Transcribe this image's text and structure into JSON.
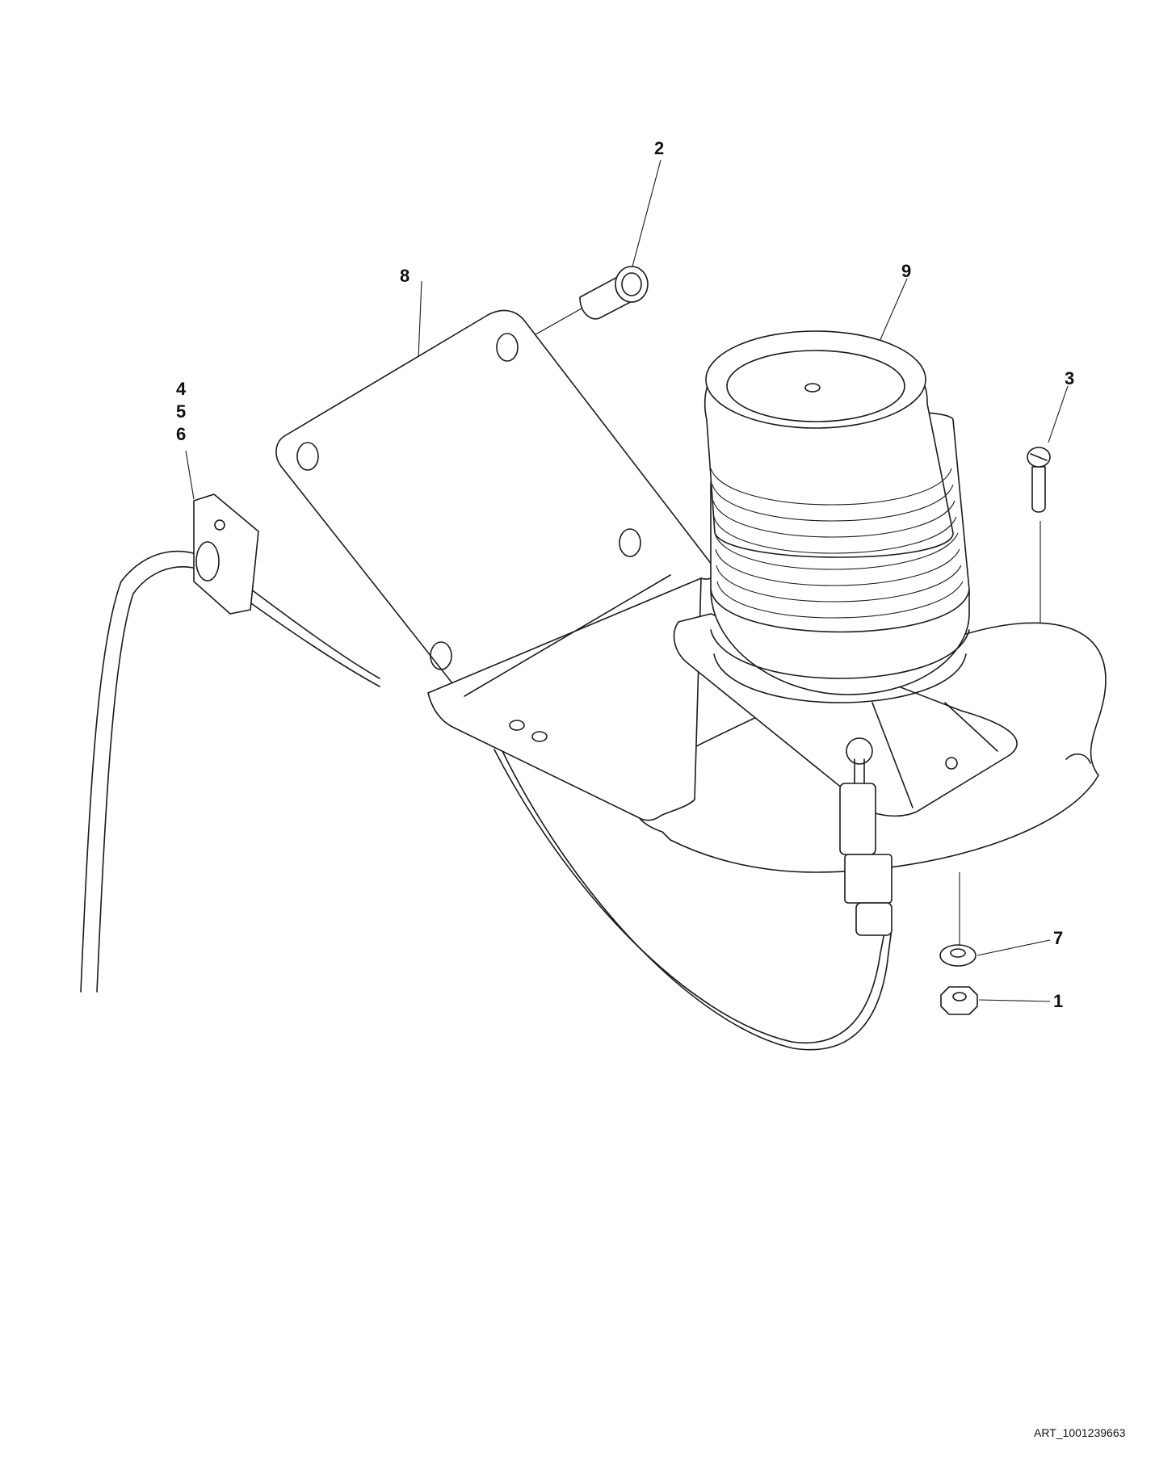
{
  "callouts": {
    "c1": "1",
    "c2": "2",
    "c3": "3",
    "c4": "4",
    "c5": "5",
    "c6": "6",
    "c7": "7",
    "c8": "8",
    "c9": "9"
  },
  "art_id": "ART_1001239663"
}
